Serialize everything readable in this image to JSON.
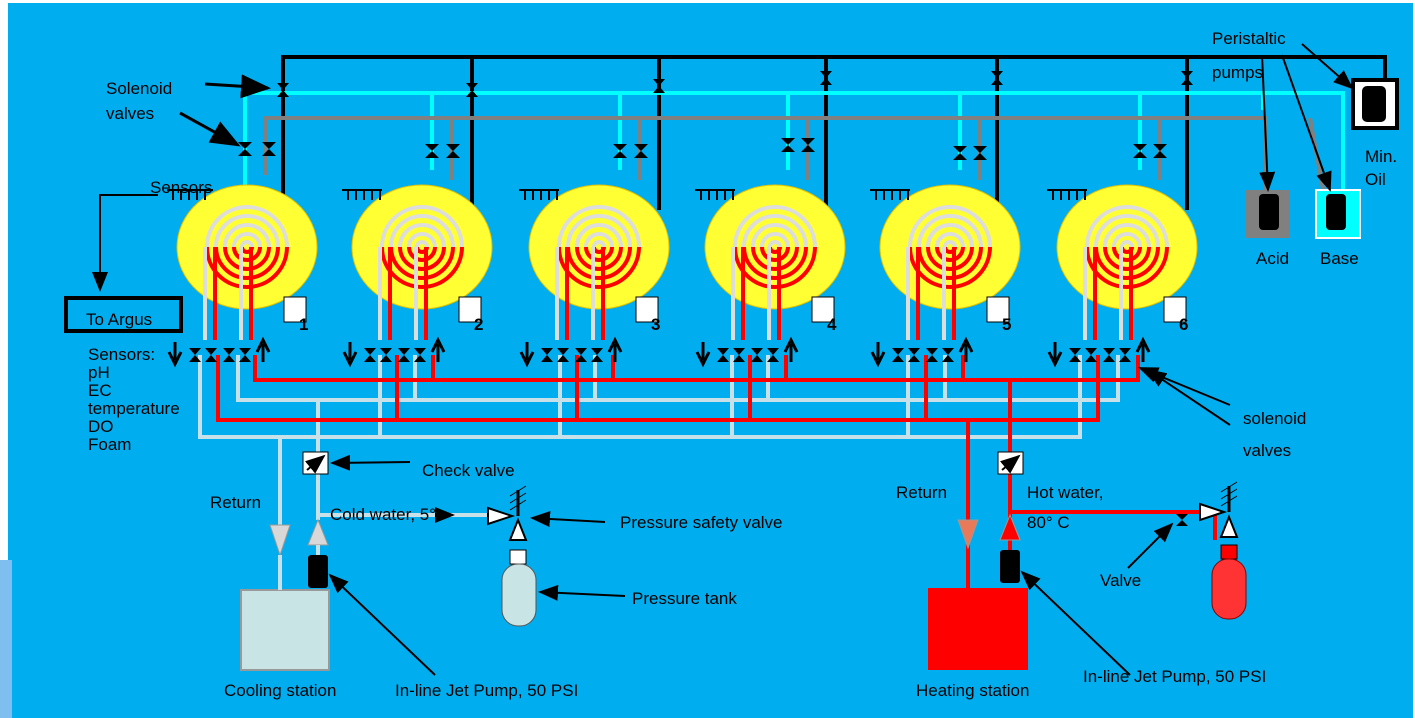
{
  "colors": {
    "background": "#00AEEF",
    "hot_pipe": "#FF0000",
    "cold_pipe": "#C8E0E8",
    "gas_line": "#00FFFF",
    "oil_line": "#808080",
    "tank_body": "#FFFF33",
    "tank_ring_cold": "#DDDDDD",
    "control_line": "#000000",
    "cooling_station": "#C8E4E4",
    "heating_station": "#FF0000"
  },
  "labels": {
    "solenoid_valves_top": [
      "Solenoid",
      "valves"
    ],
    "sensors_top": "Sensors",
    "to_argus": "To Argus",
    "sensor_list": [
      "Sensors:",
      "pH",
      "EC",
      "temperature",
      "DO",
      "Foam"
    ],
    "peristaltic_pumps": [
      "Peristaltic",
      "pumps"
    ],
    "min_oil": [
      "Min.",
      "Oil"
    ],
    "acid": "Acid",
    "base": "Base",
    "solenoid_valves_right": [
      "solenoid",
      "valves"
    ],
    "check_valve": "Check valve",
    "return_left": "Return",
    "cold_water": "Cold water, 5°",
    "pressure_safety_valve": "Pressure safety valve",
    "pressure_tank": "Pressure tank",
    "cooling_station": "Cooling station",
    "jet_pump_left": "In-line Jet Pump, 50 PSI",
    "return_right": "Return",
    "hot_water": [
      "Hot water,",
      "80°  C"
    ],
    "valve": "Valve",
    "heating_station": "Heating station",
    "jet_pump_right": "In-line Jet Pump, 50 PSI"
  },
  "tanks": [
    {
      "number": "1"
    },
    {
      "number": "2"
    },
    {
      "number": "3"
    },
    {
      "number": "4"
    },
    {
      "number": "5"
    },
    {
      "number": "6"
    }
  ]
}
